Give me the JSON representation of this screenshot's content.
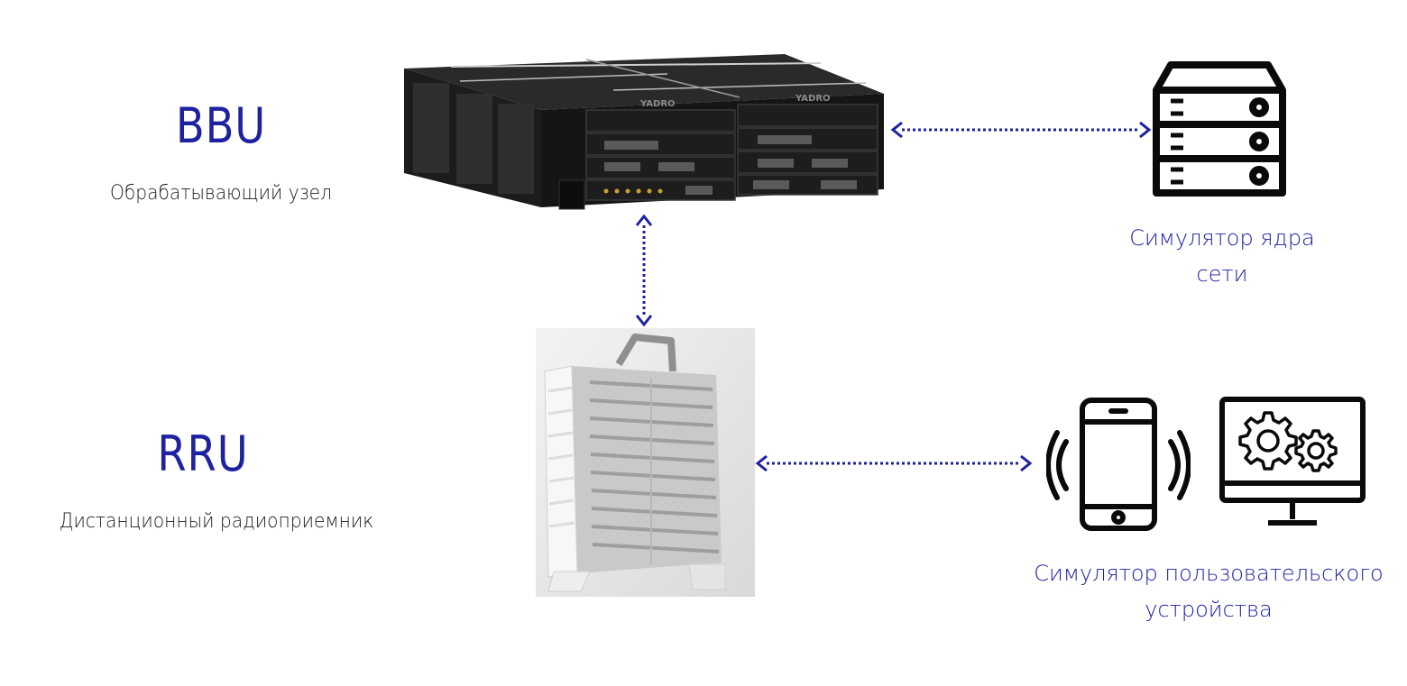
{
  "colors": {
    "accent": "#1e22a0",
    "text": "#1a1a1a",
    "icon_stroke": "#0a0a0a",
    "arrow": "#1e22a0"
  },
  "bbu": {
    "title": "BBU",
    "description": "Обрабатывающий узел",
    "logo_text": "YADRO"
  },
  "rru": {
    "title": "RRU",
    "description": "Дистанционный радиоприемник"
  },
  "core_simulator": {
    "icon": "server-rack-icon",
    "line1": "Симулятор ядра",
    "line2": "сети"
  },
  "ue_simulator": {
    "icons": [
      "smartphone-signal-icon",
      "monitor-gears-icon"
    ],
    "line1": "Симулятор пользовательского",
    "line2": "устройства"
  }
}
